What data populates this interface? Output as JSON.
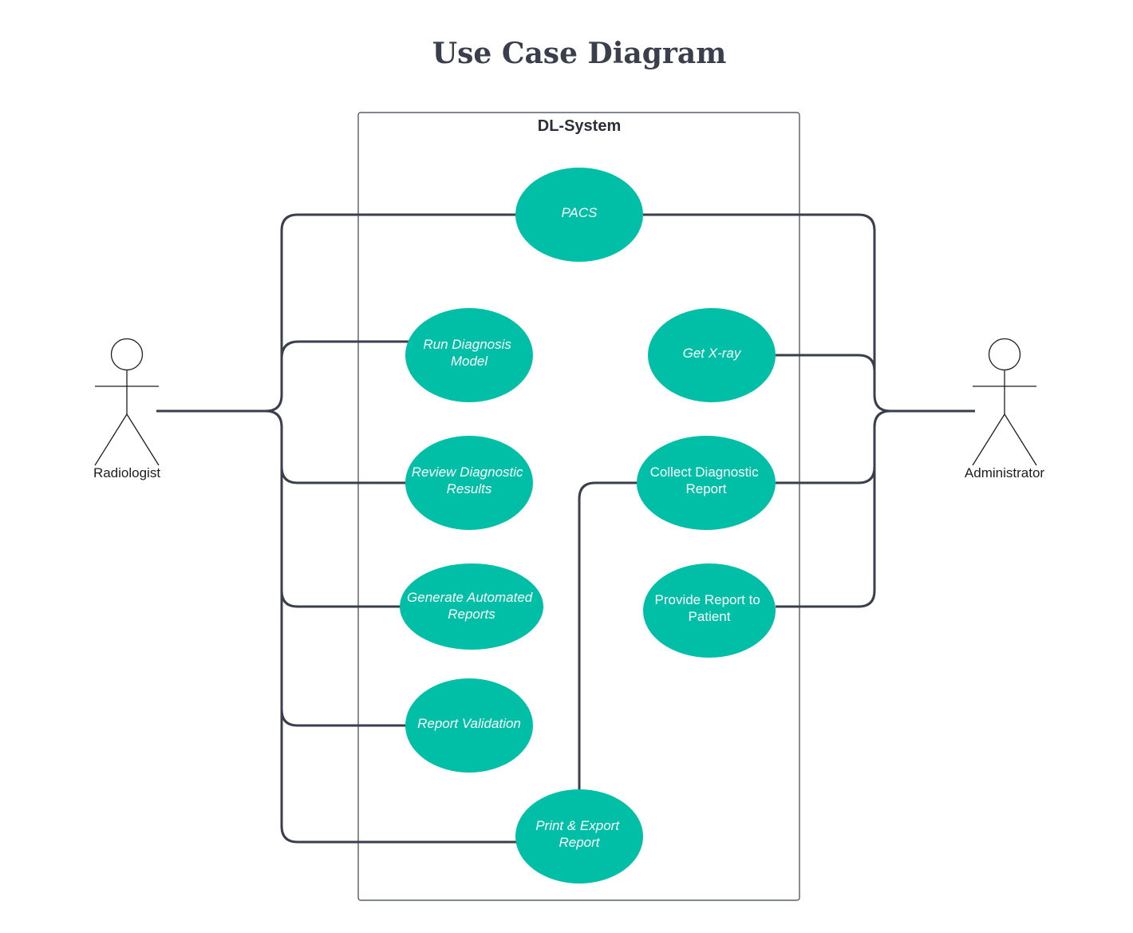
{
  "title": "Use Case Diagram",
  "system": {
    "name": "DL-System"
  },
  "actors": {
    "radiologist": "Radiologist",
    "administrator": "Administrator"
  },
  "use_cases": {
    "pacs": {
      "lines": [
        "PACS"
      ],
      "italic": true
    },
    "run_diagnosis": {
      "lines": [
        "Run Diagnosis",
        "Model"
      ],
      "italic": true
    },
    "review_results": {
      "lines": [
        "Review Diagnostic",
        "Results"
      ],
      "italic": true
    },
    "generate_reports": {
      "lines": [
        "Generate Automated",
        "Reports"
      ],
      "italic": true
    },
    "report_validation": {
      "lines": [
        "Report Validation"
      ],
      "italic": true
    },
    "print_export": {
      "lines": [
        "Print & Export",
        "Report"
      ],
      "italic": true
    },
    "get_xray": {
      "lines": [
        "Get X-ray"
      ],
      "italic": true
    },
    "collect_report": {
      "lines": [
        "Collect Diagnostic",
        "Report"
      ],
      "italic": false
    },
    "provide_report": {
      "lines": [
        "Provide Report to",
        "Patient"
      ],
      "italic": false
    }
  },
  "colors": {
    "use_case_fill": "#00bfa6",
    "connector": "#3a3f4b",
    "title": "#3a3f4b"
  }
}
